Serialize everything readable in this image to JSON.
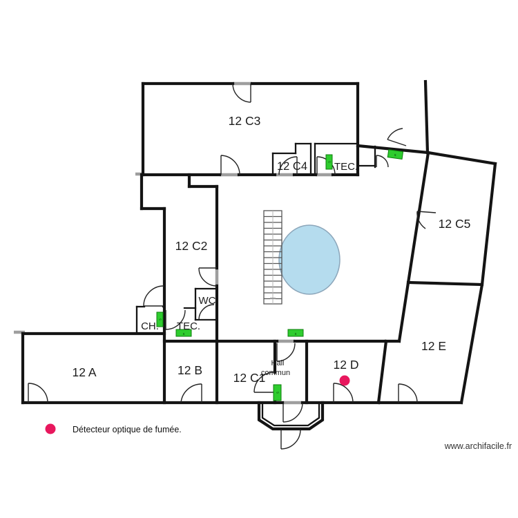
{
  "page": {
    "background": "#ffffff"
  },
  "rooms": {
    "c3": "12 C3",
    "c4": "12 C4",
    "tec_top": "TEC.",
    "c5": "12 C5",
    "c2": "12 C2",
    "wc": "WC",
    "ch": "CH.",
    "tec_bottom": "TEC.",
    "a": "12 A",
    "b": "12 B",
    "c1": "12 C1",
    "hall_line1": "Hall",
    "hall_line2": "commun",
    "d": "12 D",
    "e": "12 E"
  },
  "markers": {
    "sensor_glyph": "s",
    "sensor_color": "#2ecc2e",
    "sensor_border": "#0f7d0f",
    "detector_color": "#e8175d"
  },
  "legend": {
    "label": "Détecteur optique de fumée."
  },
  "watermark": {
    "label": "www.archifacile.fr"
  },
  "colors": {
    "wall": "#141414",
    "threshold": "#9e9e9e",
    "door_arc": "#222222",
    "pool_fill": "#b5dcee",
    "pool_stroke": "#8ca6ba",
    "stairs": "#555555"
  }
}
